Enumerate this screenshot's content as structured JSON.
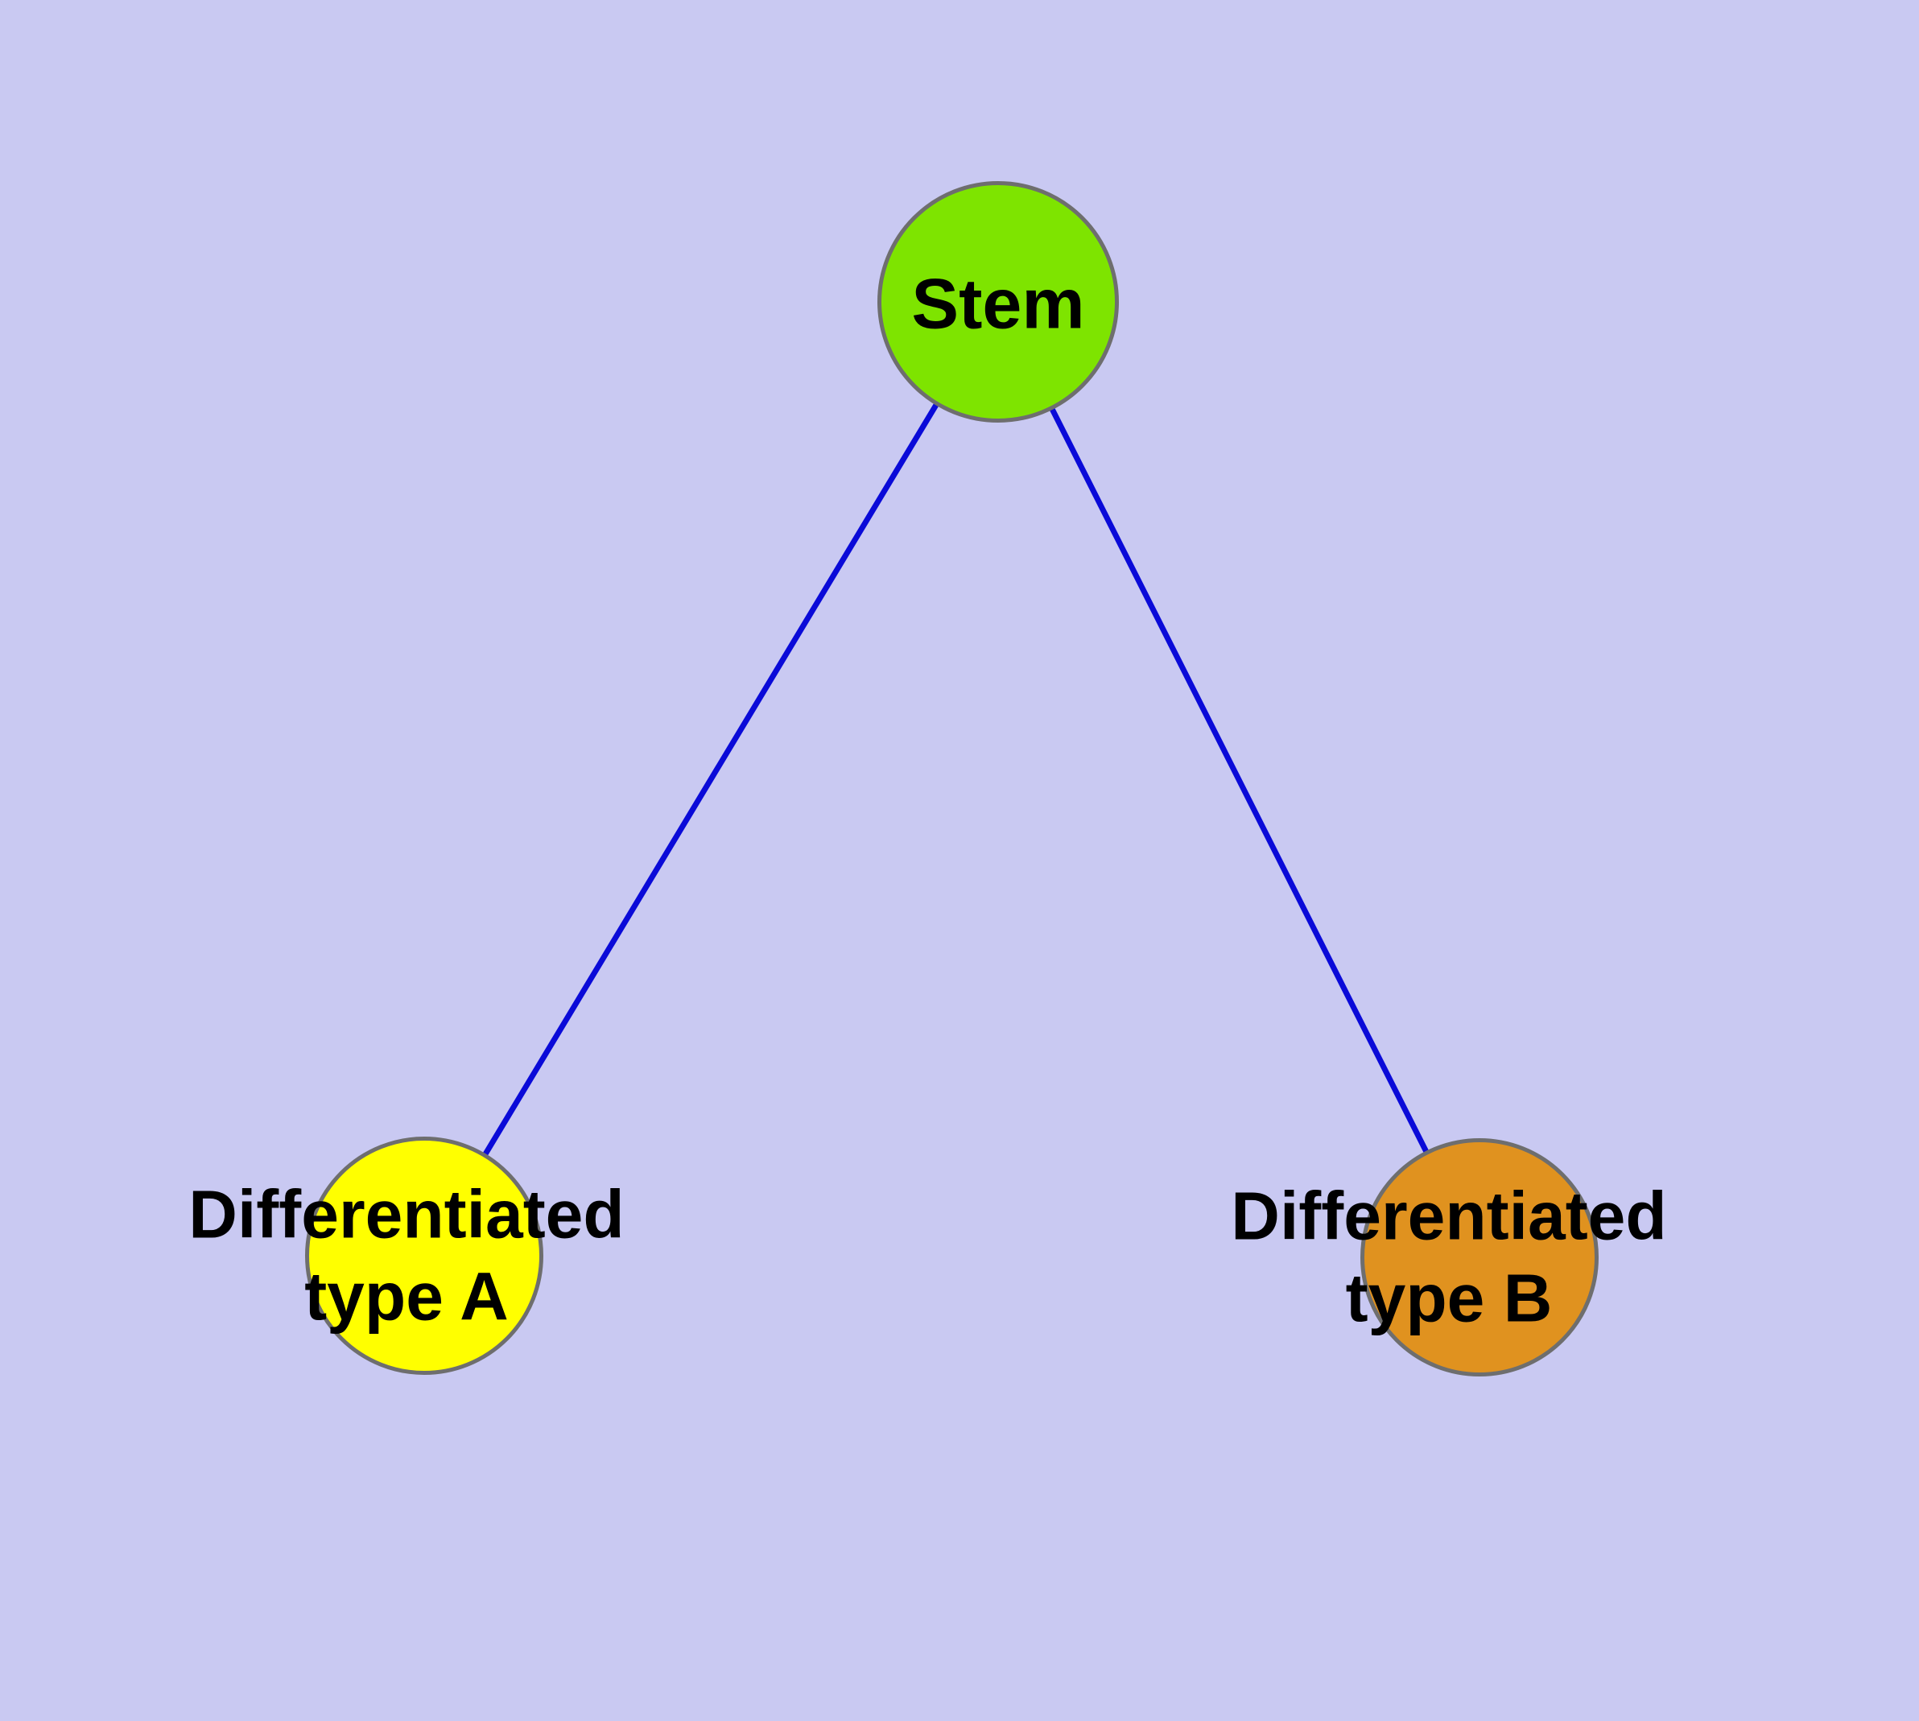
{
  "diagram": {
    "background_color": "#c9c9f2",
    "edge_color": "#0a0ad8",
    "node_border_color": "#6e6e6e",
    "nodes": {
      "stem": {
        "label": "Stem",
        "fill": "#7ee400"
      },
      "type_a": {
        "label_line1": "Differentiated",
        "label_line2": "type A",
        "fill": "#ffff00"
      },
      "type_b": {
        "label_line1": "Differentiated",
        "label_line2": "type B",
        "fill": "#e0921f"
      }
    },
    "edges": [
      {
        "from": "stem",
        "to": "type_a"
      },
      {
        "from": "stem",
        "to": "type_b"
      }
    ]
  }
}
